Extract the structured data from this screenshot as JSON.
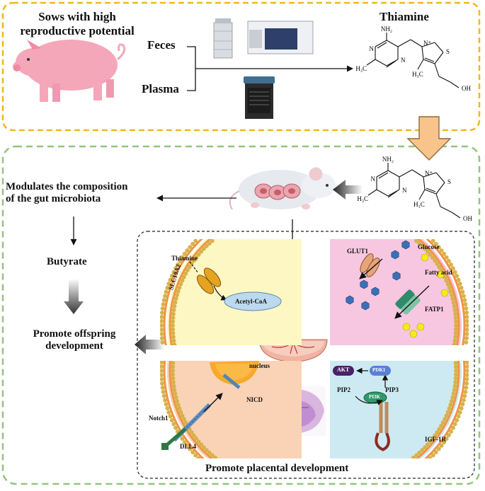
{
  "top": {
    "sows": [
      "Sows with high",
      "reproductive potential"
    ],
    "feces": "Feces",
    "plasma": "Plasma",
    "thiamine_title": "Thiamine"
  },
  "chem": {
    "nh2": "NH₂",
    "n": "N",
    "n_plus": "N⁺",
    "s": "S",
    "ch3": "H₃C",
    "oh": "OH"
  },
  "bottom": {
    "modulates": [
      "Modulates the composition",
      "of the gut microbiota"
    ],
    "butyrate": "Butyrate",
    "promote_offspring": [
      "Promote offspring",
      "development"
    ],
    "placental_title": "Promote placental development"
  },
  "cells": {
    "thiamine": "Thiamine",
    "slc19a2": "SLC19A2",
    "acetyl_coa": "Acetyl-CoA",
    "glut1": "GLUT1",
    "glucose": "Glucose",
    "fatty_acid": "Fatty acid",
    "fatp1": "FATP1",
    "nucleus": "nucleus",
    "nicd": "NICD",
    "notch1": "Notch1",
    "dll4": "DLL4",
    "akt": "AKT",
    "pdk1": "PDK1",
    "pip2": "PIP2",
    "pip3": "PIP3",
    "pi3k": "PI3K",
    "igf1r": "IGF-1R"
  },
  "colors": {
    "top_border": "#f2b817",
    "bottom_border": "#93c47d",
    "big_arrow": "#f9c48c",
    "pig": "#f4a7b9",
    "membrane_bead": "#d8b24a",
    "membrane_inner": "#f0934a",
    "cell_yellow": "#fdf7c3",
    "cell_pink": "#f7c6e0",
    "cell_peach": "#fad2b6",
    "cell_blue": "#cdeaf2"
  }
}
